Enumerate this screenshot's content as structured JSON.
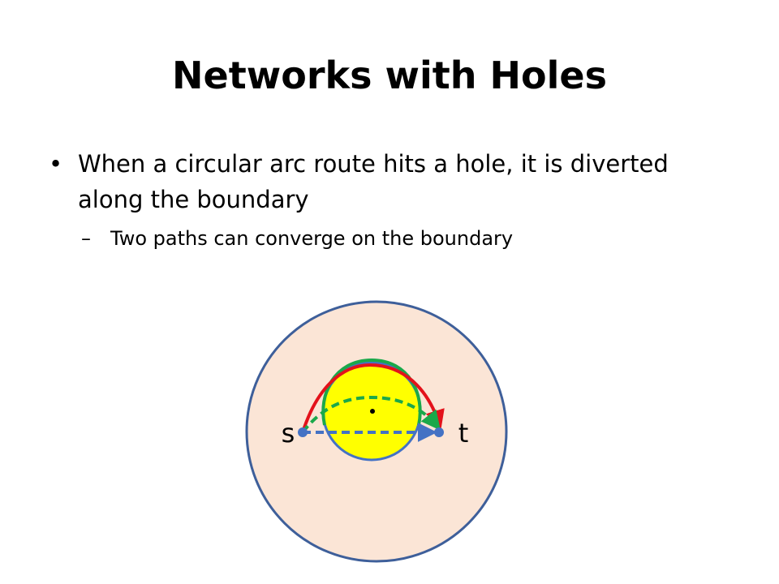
{
  "slide": {
    "title": "Networks with Holes",
    "bullet": {
      "marker": "•",
      "text": "When a circular arc route hits a hole, it is diverted along the boundary"
    },
    "sub_bullet": {
      "marker": "–",
      "text": "Two paths can converge on the boundary"
    }
  },
  "diagram": {
    "labels": {
      "source": "s",
      "target": "t"
    },
    "colors": {
      "network_fill": "#fbe5d6",
      "network_stroke": "#3e5f9a",
      "hole_fill": "#ffff00",
      "hole_stroke": "#4472c4",
      "red_route": "#e3121b",
      "green_route": "#1aa84a",
      "straight_route": "#4472c4",
      "node": "#4472c4"
    },
    "icons": {
      "source_node": "node-dot",
      "target_node": "node-dot",
      "hole_center": "center-dot"
    }
  }
}
